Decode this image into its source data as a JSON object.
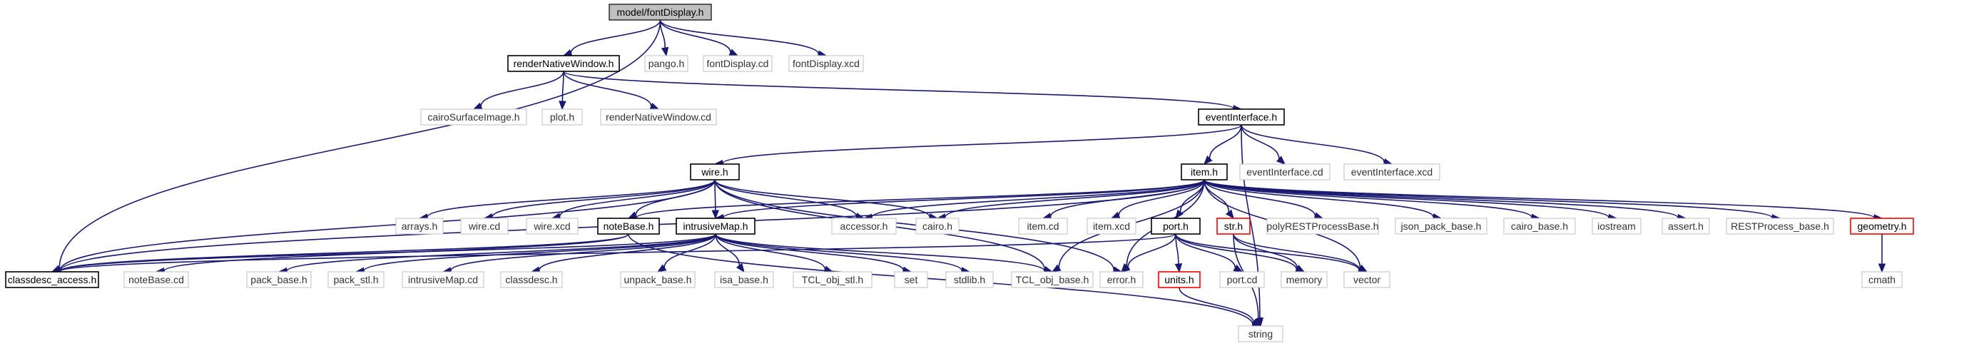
{
  "colors": {
    "edge": "#191970",
    "node_fill": "#ffffff",
    "node_border_dim": "#bfbfbf",
    "node_border_main": "#000000",
    "node_border_red": "#ff0000",
    "root_fill": "#bfbfbf",
    "text": "#000000",
    "text_dim": "#333333"
  },
  "nodes": [
    {
      "id": "fontDisplay_h",
      "label": "model/fontDisplay.h",
      "style": "root"
    },
    {
      "id": "renderNativeWindow_h",
      "label": "renderNativeWindow.h",
      "style": "main"
    },
    {
      "id": "pango_h",
      "label": "pango.h",
      "style": "dim"
    },
    {
      "id": "fontDisplay_cd",
      "label": "fontDisplay.cd",
      "style": "dim"
    },
    {
      "id": "fontDisplay_xcd",
      "label": "fontDisplay.xcd",
      "style": "dim"
    },
    {
      "id": "cairoSurfaceImage_h",
      "label": "cairoSurfaceImage.h",
      "style": "dim"
    },
    {
      "id": "plot_h",
      "label": "plot.h",
      "style": "dim"
    },
    {
      "id": "renderNativeWindow_cd",
      "label": "renderNativeWindow.cd",
      "style": "dim"
    },
    {
      "id": "eventInterface_h",
      "label": "eventInterface.h",
      "style": "main"
    },
    {
      "id": "wire_h",
      "label": "wire.h",
      "style": "main"
    },
    {
      "id": "item_h",
      "label": "item.h",
      "style": "main"
    },
    {
      "id": "eventInterface_cd",
      "label": "eventInterface.cd",
      "style": "dim"
    },
    {
      "id": "eventInterface_xcd",
      "label": "eventInterface.xcd",
      "style": "dim"
    },
    {
      "id": "arrays_h",
      "label": "arrays.h",
      "style": "dim"
    },
    {
      "id": "wire_cd",
      "label": "wire.cd",
      "style": "dim"
    },
    {
      "id": "wire_xcd",
      "label": "wire.xcd",
      "style": "dim"
    },
    {
      "id": "noteBase_h",
      "label": "noteBase.h",
      "style": "main"
    },
    {
      "id": "intrusiveMap_h",
      "label": "intrusiveMap.h",
      "style": "main"
    },
    {
      "id": "accessor_h",
      "label": "accessor.h",
      "style": "dim"
    },
    {
      "id": "cairo_h",
      "label": "cairo.h",
      "style": "dim"
    },
    {
      "id": "item_cd",
      "label": "item.cd",
      "style": "dim"
    },
    {
      "id": "item_xcd",
      "label": "item.xcd",
      "style": "dim"
    },
    {
      "id": "port_h",
      "label": "port.h",
      "style": "main"
    },
    {
      "id": "str_h",
      "label": "str.h",
      "style": "red"
    },
    {
      "id": "polyRESTProcessBase_h",
      "label": "polyRESTProcessBase.h",
      "style": "dim"
    },
    {
      "id": "json_pack_base_h",
      "label": "json_pack_base.h",
      "style": "dim"
    },
    {
      "id": "cairo_base_h",
      "label": "cairo_base.h",
      "style": "dim"
    },
    {
      "id": "iostream",
      "label": "iostream",
      "style": "dim"
    },
    {
      "id": "assert_h",
      "label": "assert.h",
      "style": "dim"
    },
    {
      "id": "RESTProcess_base_h",
      "label": "RESTProcess_base.h",
      "style": "dim"
    },
    {
      "id": "geometry_h",
      "label": "geometry.h",
      "style": "red"
    },
    {
      "id": "classdesc_access_h",
      "label": "classdesc_access.h",
      "style": "main"
    },
    {
      "id": "noteBase_cd",
      "label": "noteBase.cd",
      "style": "dim"
    },
    {
      "id": "pack_base_h",
      "label": "pack_base.h",
      "style": "dim"
    },
    {
      "id": "pack_stl_h",
      "label": "pack_stl.h",
      "style": "dim"
    },
    {
      "id": "intrusiveMap_cd",
      "label": "intrusiveMap.cd",
      "style": "dim"
    },
    {
      "id": "classdesc_h",
      "label": "classdesc.h",
      "style": "dim"
    },
    {
      "id": "unpack_base_h",
      "label": "unpack_base.h",
      "style": "dim"
    },
    {
      "id": "isa_base_h",
      "label": "isa_base.h",
      "style": "dim"
    },
    {
      "id": "TCL_obj_stl_h",
      "label": "TCL_obj_stl.h",
      "style": "dim"
    },
    {
      "id": "set",
      "label": "set",
      "style": "dim"
    },
    {
      "id": "stdlib_h",
      "label": "stdlib.h",
      "style": "dim"
    },
    {
      "id": "TCL_obj_base_h",
      "label": "TCL_obj_base.h",
      "style": "dim"
    },
    {
      "id": "error_h",
      "label": "error.h",
      "style": "dim"
    },
    {
      "id": "units_h",
      "label": "units.h",
      "style": "red"
    },
    {
      "id": "port_cd",
      "label": "port.cd",
      "style": "dim"
    },
    {
      "id": "memory",
      "label": "memory",
      "style": "dim"
    },
    {
      "id": "vector",
      "label": "vector",
      "style": "dim"
    },
    {
      "id": "cmath",
      "label": "cmath",
      "style": "dim"
    },
    {
      "id": "string",
      "label": "string",
      "style": "dim"
    }
  ],
  "edges": [
    [
      "fontDisplay_h",
      "renderNativeWindow_h"
    ],
    [
      "fontDisplay_h",
      "pango_h"
    ],
    [
      "fontDisplay_h",
      "fontDisplay_cd"
    ],
    [
      "fontDisplay_h",
      "fontDisplay_xcd"
    ],
    [
      "fontDisplay_h",
      "classdesc_access_h"
    ],
    [
      "renderNativeWindow_h",
      "cairoSurfaceImage_h"
    ],
    [
      "renderNativeWindow_h",
      "plot_h"
    ],
    [
      "renderNativeWindow_h",
      "renderNativeWindow_cd"
    ],
    [
      "renderNativeWindow_h",
      "eventInterface_h"
    ],
    [
      "eventInterface_h",
      "wire_h"
    ],
    [
      "eventInterface_h",
      "item_h"
    ],
    [
      "eventInterface_h",
      "eventInterface_cd"
    ],
    [
      "eventInterface_h",
      "eventInterface_xcd"
    ],
    [
      "eventInterface_h",
      "string"
    ],
    [
      "wire_h",
      "arrays_h"
    ],
    [
      "wire_h",
      "wire_cd"
    ],
    [
      "wire_h",
      "wire_xcd"
    ],
    [
      "wire_h",
      "noteBase_h"
    ],
    [
      "wire_h",
      "intrusiveMap_h"
    ],
    [
      "wire_h",
      "accessor_h"
    ],
    [
      "wire_h",
      "cairo_h"
    ],
    [
      "wire_h",
      "classdesc_access_h"
    ],
    [
      "wire_h",
      "TCL_obj_base_h"
    ],
    [
      "wire_h",
      "error_h"
    ],
    [
      "item_h",
      "noteBase_h"
    ],
    [
      "item_h",
      "intrusiveMap_h"
    ],
    [
      "item_h",
      "accessor_h"
    ],
    [
      "item_h",
      "cairo_h"
    ],
    [
      "item_h",
      "item_cd"
    ],
    [
      "item_h",
      "item_xcd"
    ],
    [
      "item_h",
      "port_h"
    ],
    [
      "item_h",
      "str_h"
    ],
    [
      "item_h",
      "polyRESTProcessBase_h"
    ],
    [
      "item_h",
      "json_pack_base_h"
    ],
    [
      "item_h",
      "cairo_base_h"
    ],
    [
      "item_h",
      "iostream"
    ],
    [
      "item_h",
      "assert_h"
    ],
    [
      "item_h",
      "RESTProcess_base_h"
    ],
    [
      "item_h",
      "geometry_h"
    ],
    [
      "item_h",
      "TCL_obj_base_h"
    ],
    [
      "item_h",
      "classdesc_access_h"
    ],
    [
      "item_h",
      "vector"
    ],
    [
      "item_h",
      "error_h"
    ],
    [
      "noteBase_h",
      "classdesc_access_h"
    ],
    [
      "noteBase_h",
      "noteBase_cd"
    ],
    [
      "noteBase_h",
      "string"
    ],
    [
      "intrusiveMap_h",
      "classdesc_access_h"
    ],
    [
      "intrusiveMap_h",
      "pack_base_h"
    ],
    [
      "intrusiveMap_h",
      "pack_stl_h"
    ],
    [
      "intrusiveMap_h",
      "intrusiveMap_cd"
    ],
    [
      "intrusiveMap_h",
      "classdesc_h"
    ],
    [
      "intrusiveMap_h",
      "unpack_base_h"
    ],
    [
      "intrusiveMap_h",
      "isa_base_h"
    ],
    [
      "intrusiveMap_h",
      "TCL_obj_stl_h"
    ],
    [
      "intrusiveMap_h",
      "set"
    ],
    [
      "intrusiveMap_h",
      "stdlib_h"
    ],
    [
      "intrusiveMap_h",
      "TCL_obj_base_h"
    ],
    [
      "port_h",
      "classdesc_access_h"
    ],
    [
      "port_h",
      "error_h"
    ],
    [
      "port_h",
      "units_h"
    ],
    [
      "port_h",
      "port_cd"
    ],
    [
      "port_h",
      "memory"
    ],
    [
      "port_h",
      "vector"
    ],
    [
      "str_h",
      "memory"
    ],
    [
      "str_h",
      "vector"
    ],
    [
      "str_h",
      "string"
    ],
    [
      "units_h",
      "string"
    ],
    [
      "geometry_h",
      "cmath"
    ]
  ]
}
